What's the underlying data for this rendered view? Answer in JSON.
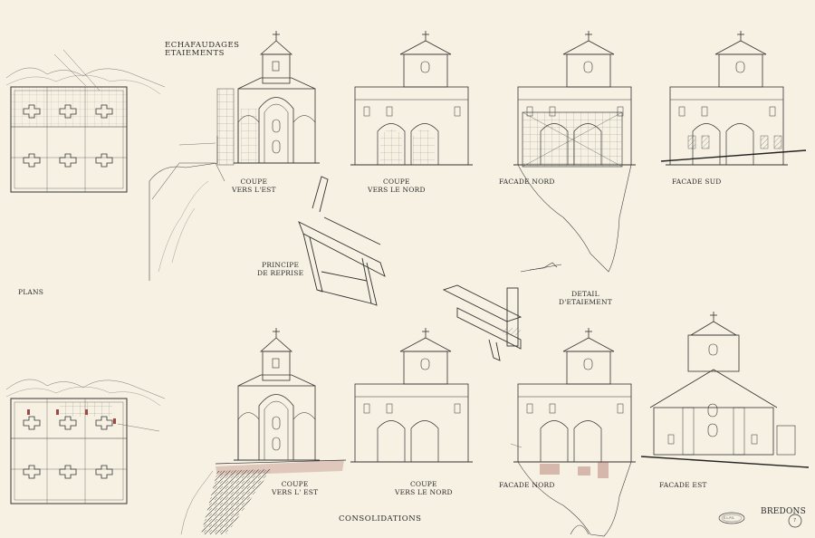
{
  "labels": {
    "echafaudages": "ECHAFAUDAGES",
    "etaiements": "ETAIEMENTS",
    "plans": "PLANS",
    "coupe_est_top_1": "COUPE",
    "coupe_est_top_2": "VERS L'EST",
    "coupe_nord_top_1": "COUPE",
    "coupe_nord_top_2": "VERS LE NORD",
    "facade_nord_top": "FACADE NORD",
    "facade_sud": "FACADE SUD",
    "principe_1": "PRINCIPE",
    "principe_2": "DE REPRISE",
    "detail_1": "DETAIL",
    "detail_2": "D'ETAIEMENT",
    "coupe_est_bot_1": "COUPE",
    "coupe_est_bot_2": "VERS L' EST",
    "coupe_nord_bot_1": "COUPE",
    "coupe_nord_bot_2": "VERS LE NORD",
    "facade_nord_bot": "FACADE NORD",
    "facade_est": "FACADE EST",
    "consolidations": "CONSOLIDATIONS",
    "bredons": "BREDONS",
    "stamp_text": "E.L.P.S.",
    "sheet_number": "7"
  },
  "colors": {
    "paper": "#f6f1e3",
    "ink": "#3a3a3a",
    "faint": "#9a968c",
    "accent": "#9b4a45"
  }
}
